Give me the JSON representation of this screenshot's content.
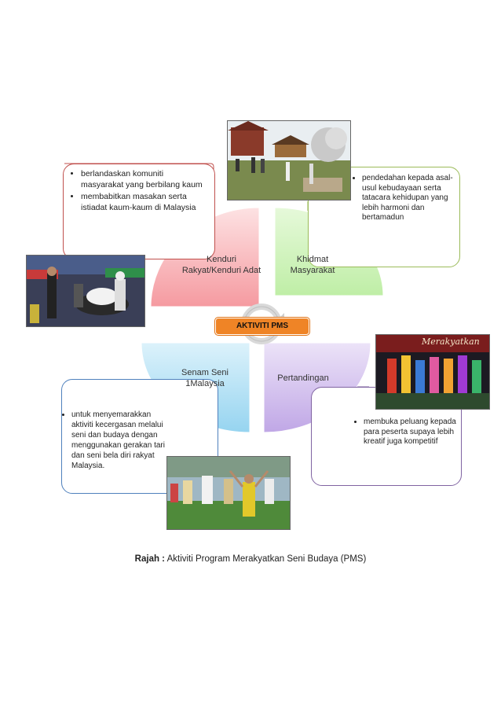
{
  "quadrants": {
    "top_left": "Kenduri Rakyat/Kenduri Adat",
    "top_right": "Khidmat Masyarakat",
    "bottom_left": "Senam Seni 1Malaysia",
    "bottom_right": "Pertandingan"
  },
  "center_label": "AKTIVITI PMS",
  "notes": {
    "kenduri": [
      "berlandaskan komuniti  masyarakat yang berbilang kaum",
      "membabitkan masakan serta istiadat kaum-kaum di Malaysia"
    ],
    "khidmat": [
      "pendedahan kepada asal-usul kebudayaan serta tatacara kehidupan yang lebih harmoni dan bertamadun"
    ],
    "senam": [
      "untuk menyemarakkan aktiviti kecergasan melalui seni dan budaya dengan menggunakan gerakan tari dan seni bela diri rakyat Malaysia."
    ],
    "pertandingan": [
      "membuka peluang kepada para peserta supaya lebih kreatif juga kompetitif"
    ]
  },
  "photo_text": {
    "banner": "Merakyatkan"
  },
  "caption": {
    "prefix": "Rajah :",
    "text": " Aktiviti Program Merakyatkan Seni Budaya (PMS)"
  },
  "colors": {
    "kenduri": "#f7a1a6",
    "khidmat": "#c9f2b3",
    "senam": "#a9dcf3",
    "pertandingan": "#c9b3eb",
    "center": "#ef8426"
  }
}
